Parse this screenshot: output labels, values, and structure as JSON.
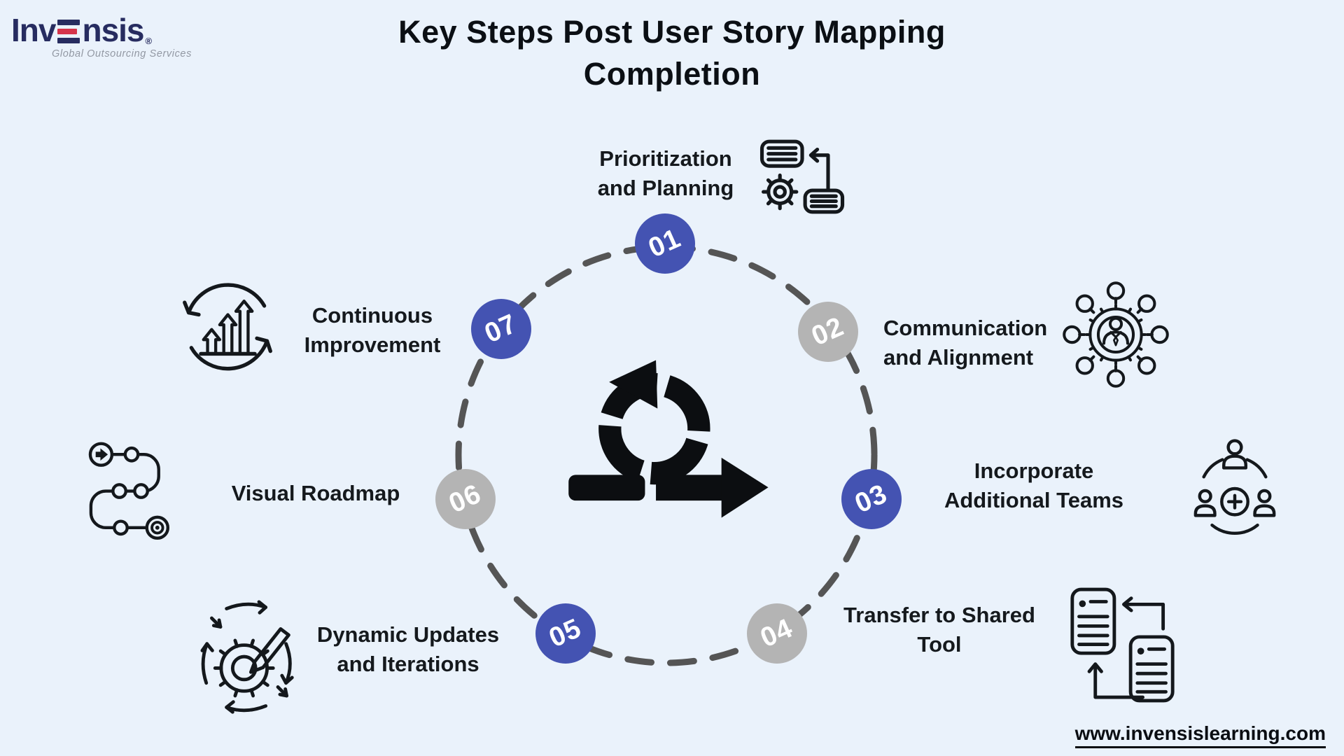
{
  "brand": {
    "name_pre": "Inv",
    "name_post": "nsis",
    "reg": "®",
    "tagline": "Global Outsourcing Services"
  },
  "title": {
    "line1": "Key Steps Post User Story Mapping",
    "line2": "Completion"
  },
  "steps": [
    {
      "number": "01",
      "label_line1": "Prioritization",
      "label_line2": "and Planning",
      "color": "blue",
      "icon": "documents-gear-flow-icon"
    },
    {
      "number": "02",
      "label_line1": "Communication",
      "label_line2": "and Alignment",
      "color": "gray",
      "icon": "person-gear-network-icon"
    },
    {
      "number": "03",
      "label_line1": "Incorporate",
      "label_line2": "Additional Teams",
      "color": "blue",
      "icon": "team-add-icon"
    },
    {
      "number": "04",
      "label_line1": "Transfer to Shared",
      "label_line2": "Tool",
      "color": "gray",
      "icon": "document-transfer-icon"
    },
    {
      "number": "05",
      "label_line1": "Dynamic Updates",
      "label_line2": "and Iterations",
      "color": "blue",
      "icon": "gear-pencil-arrows-icon"
    },
    {
      "number": "06",
      "label_line1": "Visual Roadmap",
      "label_line2": "",
      "color": "gray",
      "icon": "roadmap-path-icon"
    },
    {
      "number": "07",
      "label_line1": "Continuous",
      "label_line2": "Improvement",
      "color": "blue",
      "icon": "growth-cycle-arrows-icon"
    }
  ],
  "center_icon": "agile-sprint-icon",
  "footer": {
    "url": "www.invensislearning.com"
  },
  "colors": {
    "background": "#eaf2fb",
    "accent_blue": "#4453b2",
    "step_gray": "#b4b4b4",
    "ring_gray": "#555555",
    "icon_black": "#14181c",
    "logo_navy": "#272c60",
    "logo_red": "#d5344b"
  }
}
